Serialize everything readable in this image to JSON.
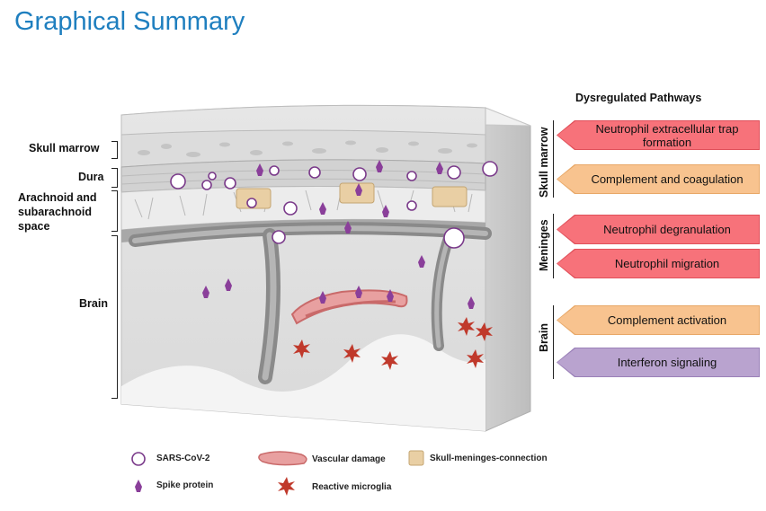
{
  "title": "Graphical Summary",
  "layers": {
    "skull_marrow": "Skull marrow",
    "dura": "Dura",
    "arachnoid_1": "Arachnoid and",
    "arachnoid_2": "subarachnoid",
    "arachnoid_3": "space",
    "brain": "Brain"
  },
  "pathways": {
    "header": "Dysregulated Pathways",
    "groups": {
      "skull_marrow": "Skull marrow",
      "meninges": "Meninges",
      "brain": "Brain"
    },
    "items": [
      {
        "label_1": "Neutrophil extracellular trap",
        "label_2": "formation",
        "color": "#f7727a",
        "border": "#e0505a"
      },
      {
        "label": "Complement and coagulation",
        "color": "#f8c38f",
        "border": "#e8a868"
      },
      {
        "label": "Neutrophil degranulation",
        "color": "#f7727a",
        "border": "#e0505a"
      },
      {
        "label": "Neutrophil migration",
        "color": "#f7727a",
        "border": "#e0505a"
      },
      {
        "label": "Complement activation",
        "color": "#f8c38f",
        "border": "#e8a868"
      },
      {
        "label": "Interferon signaling",
        "color": "#b9a3cf",
        "border": "#9a80b8"
      }
    ]
  },
  "legend": {
    "sars": "SARS-CoV-2",
    "spike": "Spike protein",
    "vascular": "Vascular damage",
    "microglia": "Reactive microglia",
    "connection": "Skull-meninges-connection"
  },
  "colors": {
    "title": "#1f7fbf",
    "virus": "#7a3a8a",
    "microglia": "#c0392b",
    "vessel": "#e8a0a0"
  }
}
